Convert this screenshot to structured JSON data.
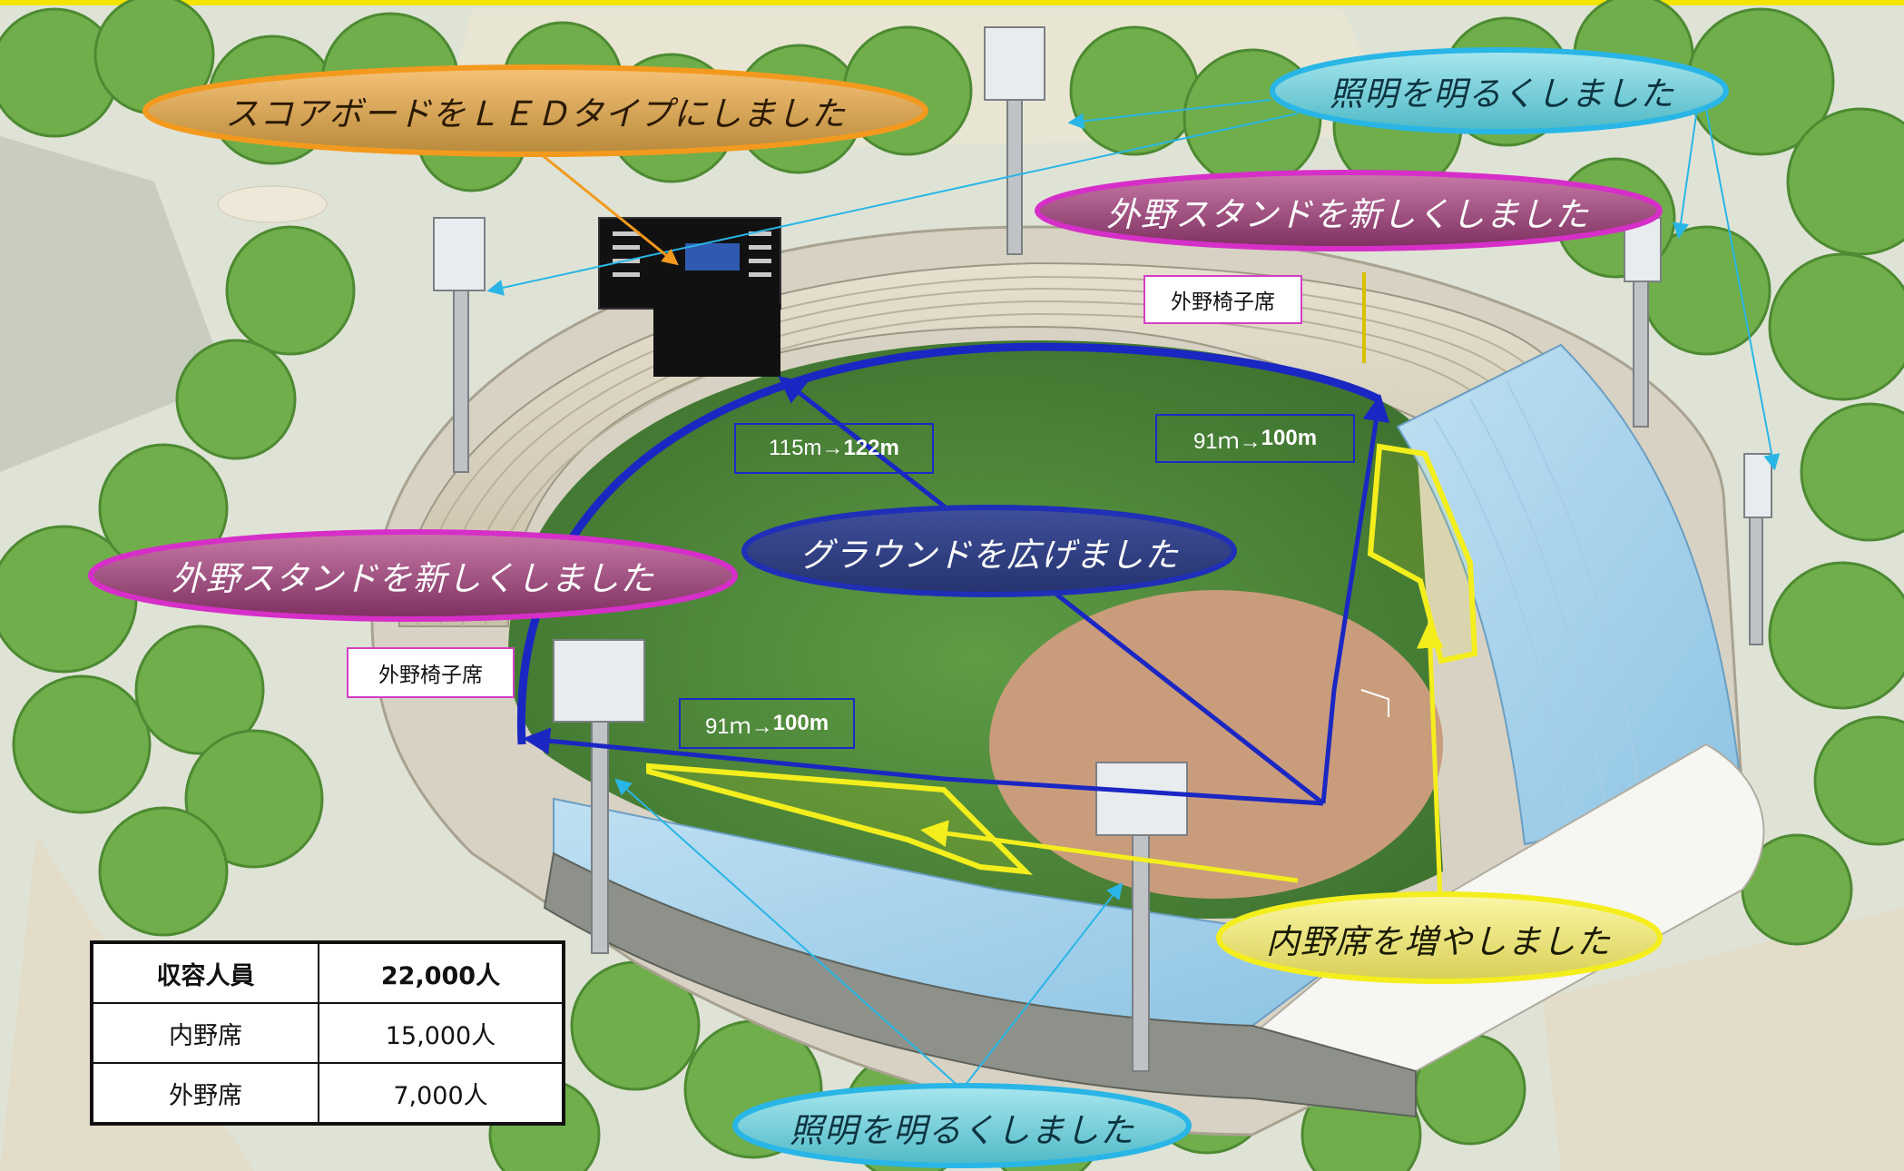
{
  "callouts": {
    "scoreboard": "スコアボードをＬＥＤタイプにしました",
    "lighting_top": "照明を明るくしました",
    "outfield_right": "外野スタンドを新しくしました",
    "outfield_left": "外野スタンドを新しくしました",
    "ground": "グラウンドを広げました",
    "infield_seats": "内野席を増やしました",
    "lighting_bottom": "照明を明るくしました"
  },
  "seat_labels": {
    "outfield_chairs_right": "外野椅子席",
    "outfield_chairs_left": "外野椅子席"
  },
  "distances": {
    "center": {
      "before": "115m→",
      "after": "122m"
    },
    "right": {
      "before": "91ｍ→",
      "after": "100m"
    },
    "left": {
      "before": "91ｍ→",
      "after": "100m"
    }
  },
  "capacity_table": {
    "rows": [
      {
        "label": "収容人員",
        "value": "22,000人"
      },
      {
        "label": "内野席",
        "value": "15,000人"
      },
      {
        "label": "外野席",
        "value": "7,000人"
      }
    ]
  },
  "colors": {
    "callout_orange": "#f39a1e",
    "callout_cyan": "#29b6e6",
    "callout_magenta": "#d62fc8",
    "callout_blue": "#1f2fb8",
    "callout_yellow": "#f4ee1d",
    "fence_blue": "#1b27c2",
    "field_green": "#4f8a3a",
    "dirt": "#c99c7c",
    "tree_green": "#6fae4b"
  }
}
